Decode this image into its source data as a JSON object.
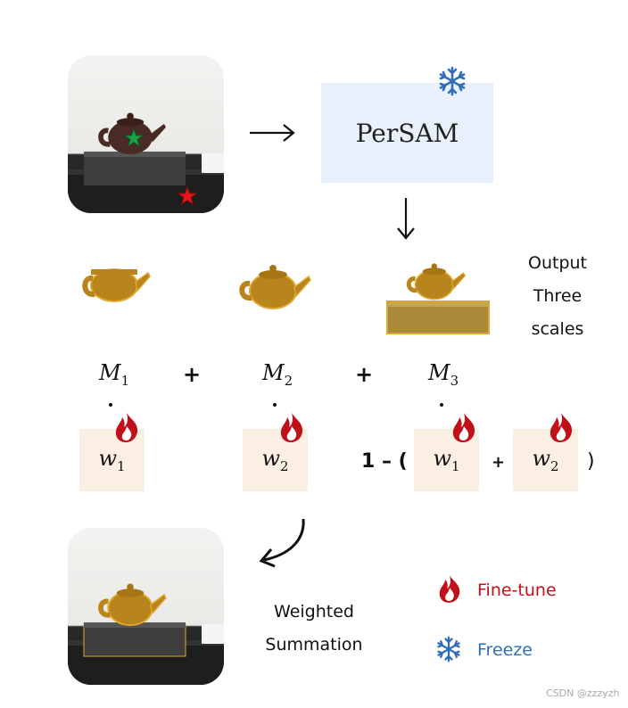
{
  "persam": {
    "label": "PerSAM"
  },
  "masks": {
    "m1_base": "M",
    "m1_sub": "1",
    "m2_base": "M",
    "m2_sub": "2",
    "m3_base": "M",
    "m3_sub": "3",
    "plus": "+"
  },
  "weights": {
    "w_base": "w",
    "w1_sub": "1",
    "w2_sub": "2",
    "one_minus": "1 – (",
    "inner_plus": "+",
    "close_paren": ")"
  },
  "output_label": {
    "line1": "Output",
    "line2": "Three",
    "line3": "scales"
  },
  "summation_label": {
    "line1": "Weighted",
    "line2": "Summation"
  },
  "legend": {
    "finetune": {
      "label": "Fine-tune",
      "color": "#c0111a",
      "icon": "flame-icon"
    },
    "freeze": {
      "label": "Freeze",
      "color": "#2f6fb6",
      "icon": "snowflake-icon"
    }
  },
  "markers": {
    "positive": "#1aa34a",
    "negative": "#e8161b"
  },
  "colors": {
    "persam_box": "#e8f1fb",
    "weight_box": "#fbeee3",
    "mask_gold": "#b8841c"
  },
  "watermark": "CSDN @zzzyzh"
}
